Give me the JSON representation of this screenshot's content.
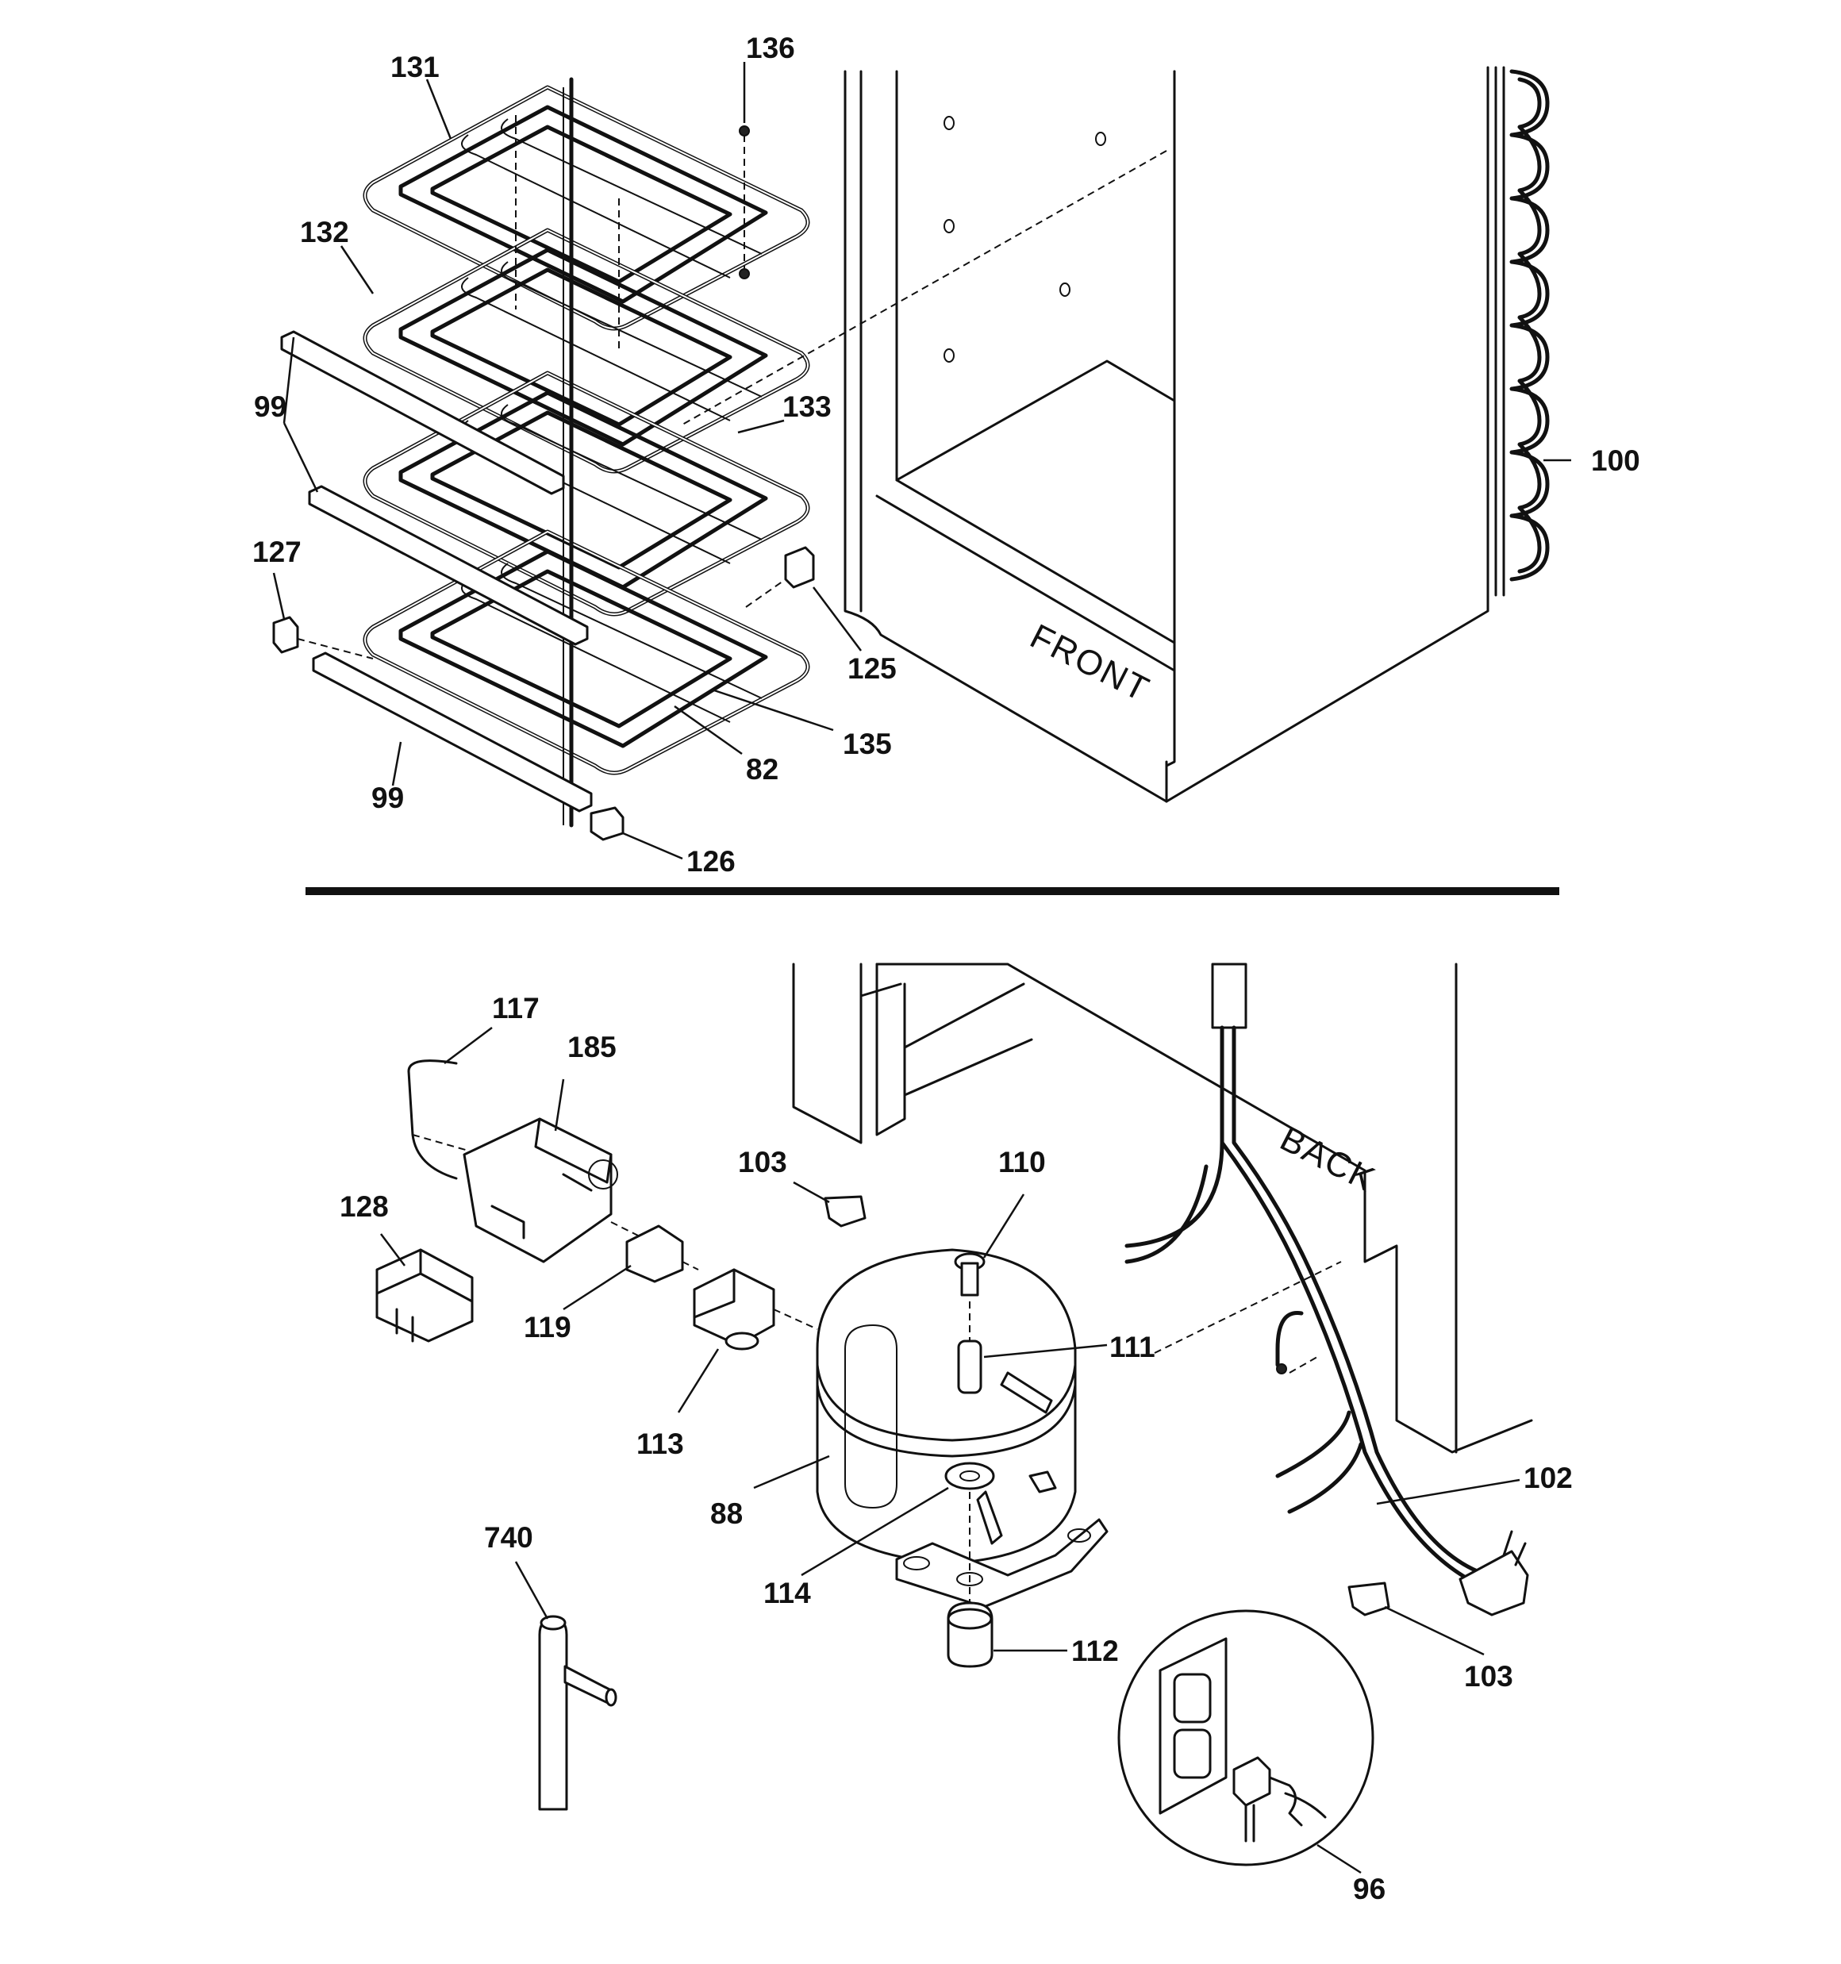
{
  "markings": {
    "front": "FRONT",
    "back": "BACK"
  },
  "callouts": {
    "c131": "131",
    "c136": "136",
    "c132": "132",
    "c99a": "99",
    "c133": "133",
    "c100": "100",
    "c127": "127",
    "c125": "125",
    "c135": "135",
    "c82": "82",
    "c99b": "99",
    "c126": "126",
    "c117": "117",
    "c185": "185",
    "c128": "128",
    "c103a": "103",
    "c110": "110",
    "c119": "119",
    "c111": "111",
    "c113": "113",
    "c88": "88",
    "c102": "102",
    "c740": "740",
    "c114": "114",
    "c112": "112",
    "c103b": "103",
    "c96": "96"
  }
}
